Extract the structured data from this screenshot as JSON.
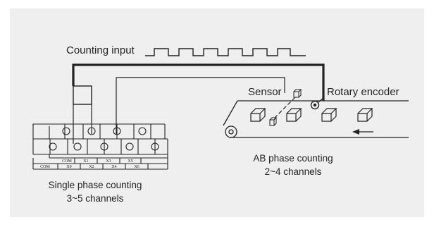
{
  "labels": {
    "counting_input": "Counting input",
    "sensor": "Sensor",
    "rotary_encoder": "Rotary encoder",
    "ab_phase_line1": "AB phase counting",
    "ab_phase_line2": "2~4 channels",
    "single_phase_line1": "Single phase counting",
    "single_phase_line2": "3~5 channels"
  },
  "terminals": {
    "top_row": [
      "COM",
      "X1",
      "X3",
      "X5"
    ],
    "bottom_row": [
      "COM",
      "X0",
      "X2",
      "X4",
      "X6"
    ]
  },
  "colors": {
    "background": "#efefef",
    "line": "#222222"
  }
}
